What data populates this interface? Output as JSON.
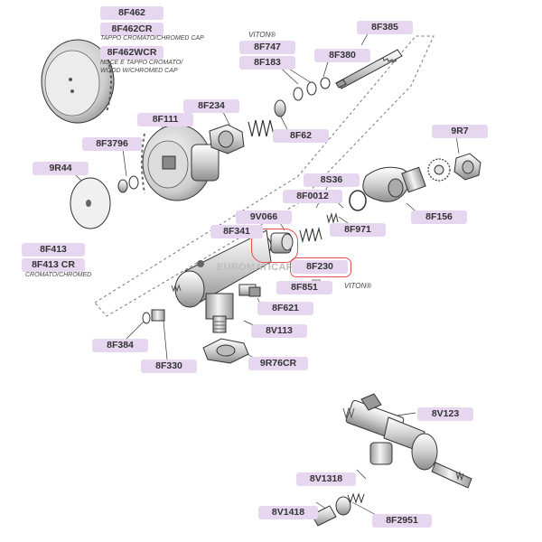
{
  "labels": {
    "8F462": "8F462",
    "8F462CR": "8F462CR",
    "8F462WCR": "8F462WCR",
    "8F747": "8F747",
    "8F183": "8F183",
    "8F385": "8F385",
    "8F380": "8F380",
    "8F234": "8F234",
    "8F111": "8F111",
    "8F62": "8F62",
    "8F3796": "8F3796",
    "9R7": "9R7",
    "9R44": "9R44",
    "8S36": "8S36",
    "8F0012": "8F0012",
    "8F156": "8F156",
    "9V066": "9V066",
    "8F971": "8F971",
    "8F341": "8F341",
    "8F413": "8F413",
    "8F413CR": "8F413 CR",
    "8F230": "8F230",
    "8F851": "8F851",
    "8F621": "8F621",
    "8V113": "8V113",
    "8F384": "8F384",
    "8F330": "8F330",
    "9R76CR": "9R76CR",
    "8V123": "8V123",
    "8V1318": "8V1318",
    "8V1418": "8V1418",
    "8F2951": "8F2951"
  },
  "notes": {
    "tappo_cromato": "TAPPO CROMATO/CHROMED CAP",
    "noce_line1": "NOCE E TAPPO CROMATO/",
    "noce_line2": "WOOD W/CHROMED CAP",
    "cromato_chromed": "CROMATO/CHROMED",
    "viton_top": "VITON®",
    "viton_mid": "VITON®"
  },
  "watermark": "EUROMATICAFFE.COM",
  "colors": {
    "label_bg": "#e6d6ef",
    "highlight": "#e2504f",
    "line": "#333333"
  }
}
